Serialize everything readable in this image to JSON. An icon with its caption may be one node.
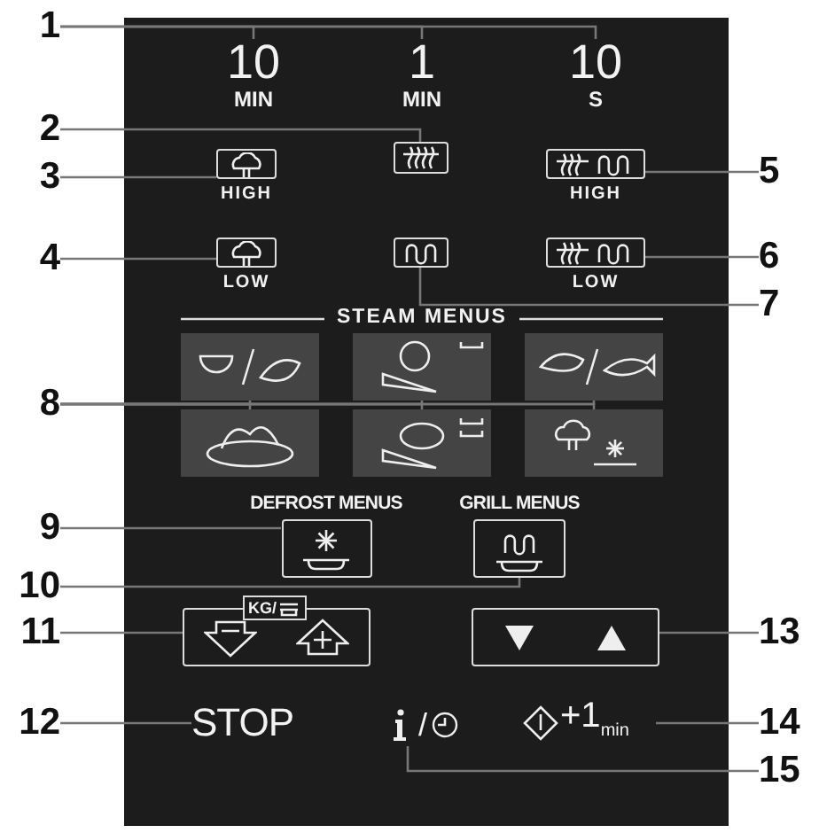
{
  "diagram": {
    "nodes": [
      {
        "text": [
          "1"
        ]
      },
      {
        "text": [
          "10",
          "MIN"
        ]
      },
      {
        "text": [
          "1",
          "MIN"
        ]
      },
      {
        "text": [
          "10",
          "S"
        ]
      },
      {
        "text": [
          "2"
        ]
      },
      {
        "text": [],
        "shape": "box"
      },
      {
        "text": [
          "3"
        ]
      },
      {
        "text": [
          "HIGH"
        ]
      },
      {
        "text": [
          "4"
        ]
      },
      {
        "text": [
          "LOW"
        ]
      },
      {
        "text": [
          "5"
        ]
      },
      {
        "text": [
          "HIGH"
        ]
      },
      {
        "text": [
          "6"
        ]
      },
      {
        "text": [
          "LOW"
        ]
      },
      {
        "text": [
          "7"
        ]
      },
      {
        "text": [],
        "shape": "box"
      },
      {
        "text": [
          "8"
        ]
      },
      {
        "text": [],
        "shape": "box"
      },
      {
        "text": [],
        "shape": "box"
      },
      {
        "text": [],
        "shape": "box"
      },
      {
        "text": [],
        "shape": "box"
      },
      {
        "text": [],
        "shape": "box"
      },
      {
        "text": [],
        "shape": "box"
      },
      {
        "text": [
          "9"
        ]
      },
      {
        "text": [
          "DEFROST MENUS"
        ]
      },
      {
        "text": [
          "10"
        ]
      },
      {
        "text": [
          "GRILL MENUS"
        ]
      },
      {
        "text": [
          "11"
        ]
      },
      {
        "text": [
          "KG/"
        ]
      },
      {
        "text": [
          "12"
        ]
      },
      {
        "text": [
          "STOP"
        ]
      },
      {
        "text": [
          "13"
        ]
      },
      {
        "text": [],
        "shape": "box"
      },
      {
        "text": [
          "14"
        ]
      },
      {
        "text": [
          "+1$_{min}$"
        ]
      },
      {
        "text": [
          "15"
        ]
      },
      {
        "text": [
          "/"
        ]
      }
    ],
    "edges": [
      {
        "from": 0,
        "to": 1,
        "arrow": "none"
      },
      {
        "from": 0,
        "to": 2,
        "arrow": "none"
      },
      {
        "from": 0,
        "to": 3,
        "arrow": "none"
      },
      {
        "from": 4,
        "to": 5,
        "arrow": "none"
      },
      {
        "from": 6,
        "to": 7,
        "arrow": "none"
      },
      {
        "from": 8,
        "to": 9,
        "arrow": "none"
      },
      {
        "from": 10,
        "to": 11,
        "arrow": "none"
      },
      {
        "from": 12,
        "to": 13,
        "arrow": "none"
      },
      {
        "from": 14,
        "to": 15,
        "arrow": "none"
      },
      {
        "from": 16,
        "to": 17,
        "arrow": "none"
      },
      {
        "from": 16,
        "to": 18,
        "arrow": "none"
      },
      {
        "from": 16,
        "to": 19,
        "arrow": "none"
      },
      {
        "from": 16,
        "to": 20,
        "arrow": "none"
      },
      {
        "from": 16,
        "to": 21,
        "arrow": "none"
      },
      {
        "from": 16,
        "to": 22,
        "arrow": "none"
      },
      {
        "from": 23,
        "to": 24,
        "arrow": "none"
      },
      {
        "from": 25,
        "to": 26,
        "arrow": "none"
      },
      {
        "from": 27,
        "to": 28,
        "arrow": "none"
      },
      {
        "from": 29,
        "to": 30,
        "arrow": "none"
      },
      {
        "from": 31,
        "to": 32,
        "arrow": "none"
      },
      {
        "from": 33,
        "to": 34,
        "arrow": "none"
      },
      {
        "from": 35,
        "to": 36,
        "arrow": "none"
      }
    ],
    "labels": [
      "STEAM MENUS"
    ]
  }
}
